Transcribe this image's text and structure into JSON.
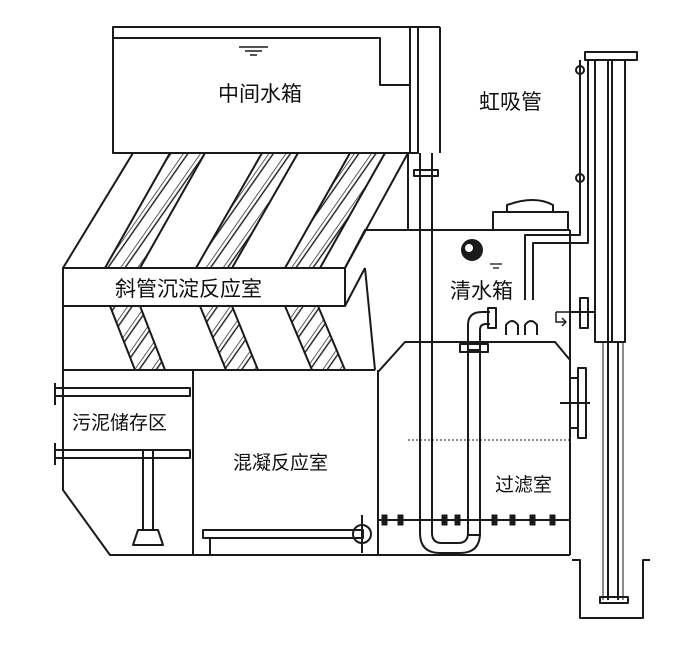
{
  "diagram": {
    "labels": {
      "middle_tank": "中间水箱",
      "siphon_pipe": "虹吸管",
      "inclined_tube_chamber": "斜管沉淀反应室",
      "clear_water_tank": "清水箱",
      "sludge_storage": "污泥储存区",
      "coagulation_chamber": "混凝反应室",
      "filter_chamber": "过滤室"
    },
    "colors": {
      "line": "#1a1a1a",
      "fill": "#ffffff",
      "background": "#ffffff"
    }
  }
}
